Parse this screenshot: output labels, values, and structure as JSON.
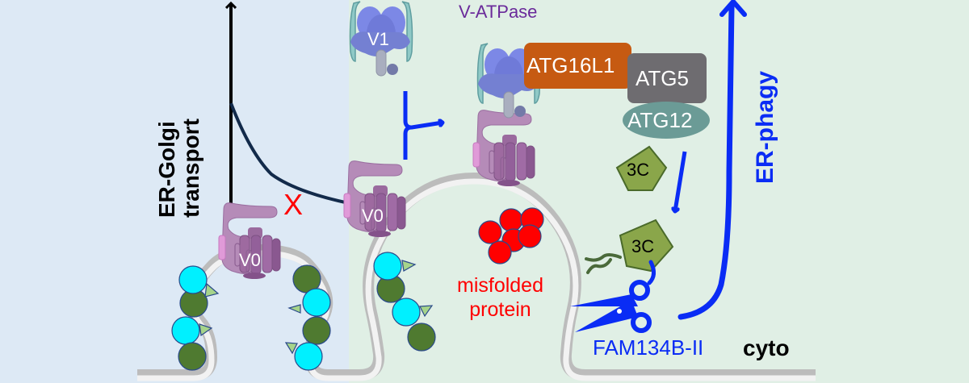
{
  "figure": {
    "regions": [
      {
        "id": "golgi-side",
        "color": "#dde9f5"
      },
      {
        "id": "er-side",
        "color": "#e0efe5"
      }
    ]
  },
  "labels": {
    "er_golgi_line1": "ER-Golgi",
    "er_golgi_line2": "transport",
    "v_atpase": "V-ATPase",
    "v1": "V1",
    "v0_left": "V0",
    "v0_mid": "V0",
    "atg16l1": "ATG16L1",
    "atg5": "ATG5",
    "atg12": "ATG12",
    "protease_top": "3C",
    "protease_bottom": "3C",
    "misfolded_line1": "misfolded",
    "misfolded_line2": "protein",
    "fam134b": "FAM134B-II",
    "cyto": "cyto",
    "er_phagy": "ER-phagy",
    "blocked_mark": "X"
  },
  "colors": {
    "arrow_blue": "#0a2cf5",
    "v_atpase_purple": "#6a2a9a",
    "atg16l1_orange": "#c65a12",
    "atg5_gray": "#6e6c70",
    "atg12_teal": "#6b9b96",
    "protease_green": "#8aa64a",
    "misfolded_red": "#ff0000",
    "curve_navy": "#122a4a",
    "v0_purple": "#a878a8",
    "v1_blue": "#7a86e0",
    "cyan_bead": "#00f0ff",
    "green_bead": "#4f7a30"
  }
}
